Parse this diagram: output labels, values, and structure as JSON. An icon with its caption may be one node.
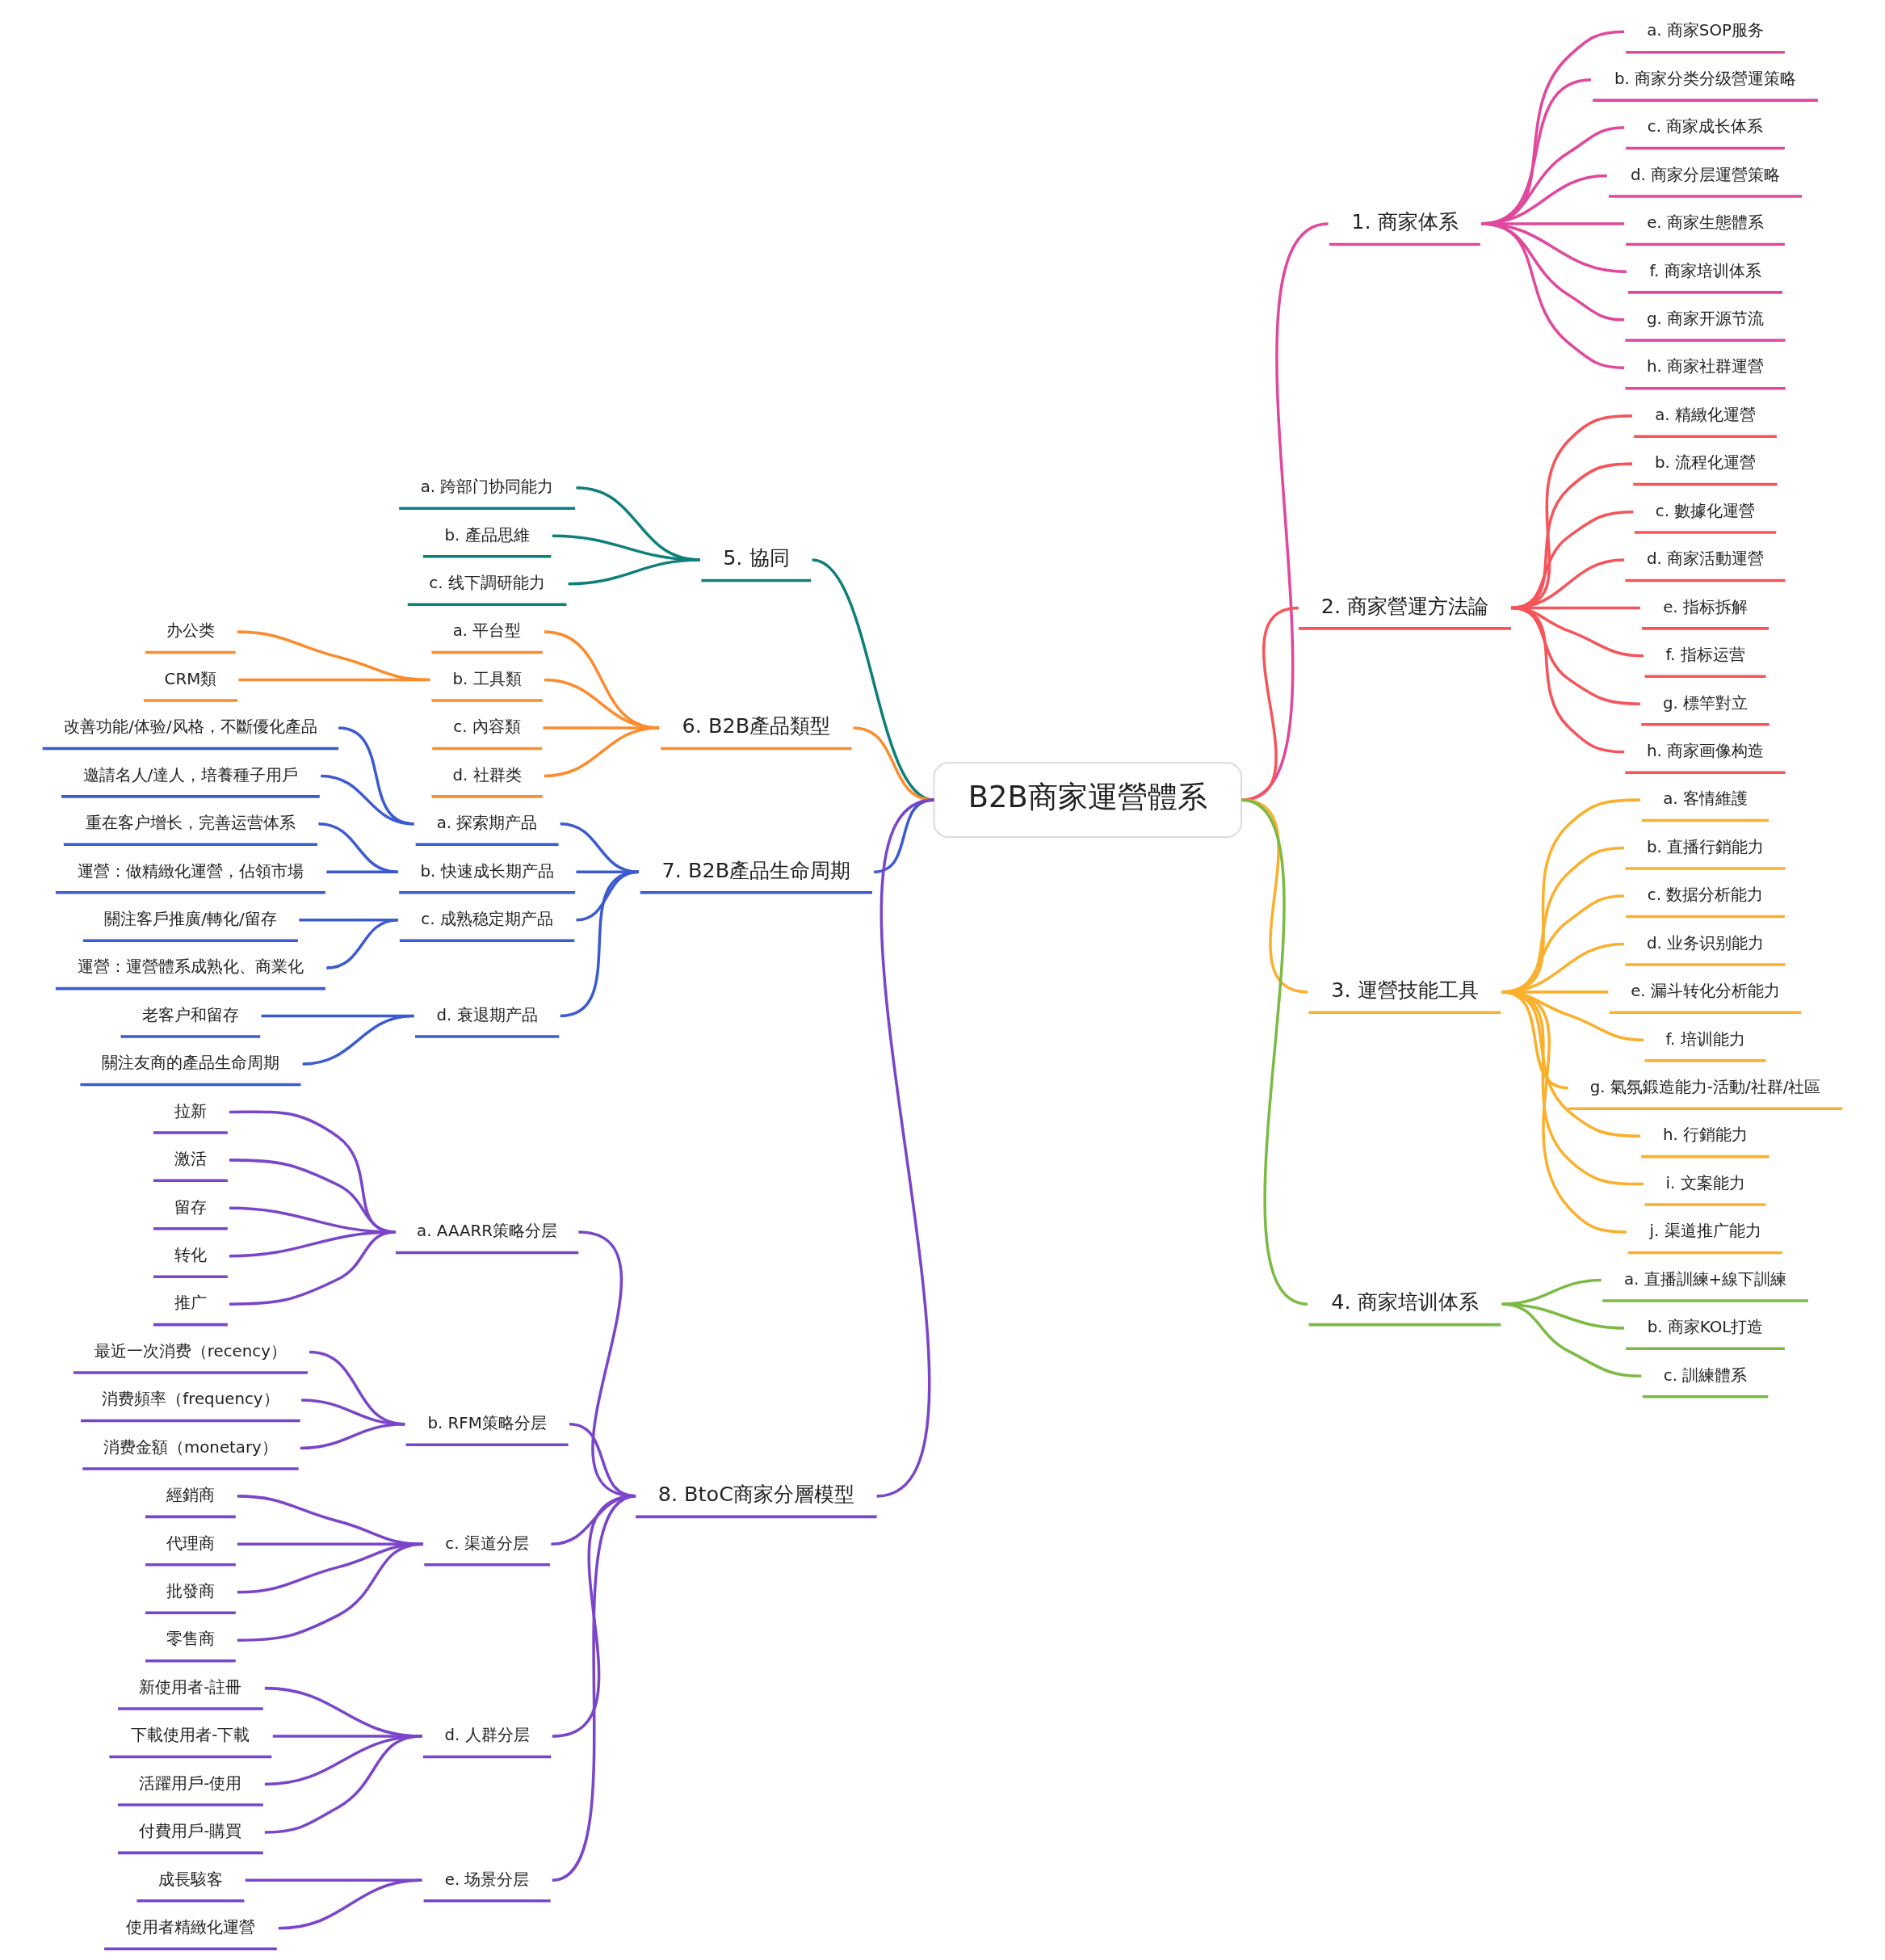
{
  "diagram": {
    "nodes": [
      {
        "text": [
          "B2B商家運營體系"
        ]
      },
      {
        "text": [
          "1. 商家体系"
        ]
      },
      {
        "text": [
          "a. 商家SOP服务"
        ]
      },
      {
        "text": [
          "b. 商家分类分级營運策略"
        ]
      },
      {
        "text": [
          "c. 商家成长体系"
        ]
      },
      {
        "text": [
          "d. 商家分层運營策略"
        ]
      },
      {
        "text": [
          "e. 商家生態體系"
        ]
      },
      {
        "text": [
          "f. 商家培训体系"
        ]
      },
      {
        "text": [
          "g. 商家开源节流"
        ]
      },
      {
        "text": [
          "h. 商家社群運營"
        ]
      },
      {
        "text": [
          "2. 商家營運方法論"
        ]
      },
      {
        "text": [
          "a. 精緻化運營"
        ]
      },
      {
        "text": [
          "b. 流程化運營"
        ]
      },
      {
        "text": [
          "c. 數據化運營"
        ]
      },
      {
        "text": [
          "d. 商家活動運營"
        ]
      },
      {
        "text": [
          "e. 指标拆解"
        ]
      },
      {
        "text": [
          "f. 指标运营"
        ]
      },
      {
        "text": [
          "g. 標竿對立"
        ]
      },
      {
        "text": [
          "h. 商家画像构造"
        ]
      },
      {
        "text": [
          "3. 運營技能工具"
        ]
      },
      {
        "text": [
          "a. 客情維護"
        ]
      },
      {
        "text": [
          "b. 直播行銷能力"
        ]
      },
      {
        "text": [
          "c. 数据分析能力"
        ]
      },
      {
        "text": [
          "d. 业务识别能力"
        ]
      },
      {
        "text": [
          "e. 漏斗转化分析能力"
        ]
      },
      {
        "text": [
          "f. 培训能力"
        ]
      },
      {
        "text": [
          "g. 氣氛鍛造能力-活動/社群/社區"
        ]
      },
      {
        "text": [
          "h. 行銷能力"
        ]
      },
      {
        "text": [
          "i. 文案能力"
        ]
      },
      {
        "text": [
          "j. 渠道推广能力"
        ]
      },
      {
        "text": [
          "4. 商家培训体系"
        ]
      },
      {
        "text": [
          "a. 直播訓練+線下訓練"
        ]
      },
      {
        "text": [
          "b. 商家KOL打造"
        ]
      },
      {
        "text": [
          "c. 訓練體系"
        ]
      },
      {
        "text": [
          "5. 協同"
        ]
      },
      {
        "text": [
          "a. 跨部门协同能力"
        ]
      },
      {
        "text": [
          "b. 產品思維"
        ]
      },
      {
        "text": [
          "c. 线下調研能力"
        ]
      },
      {
        "text": [
          "6. B2B產品類型"
        ]
      },
      {
        "text": [
          "a. 平台型"
        ]
      },
      {
        "text": [
          "b. 工具類"
        ]
      },
      {
        "text": [
          "办公类"
        ]
      },
      {
        "text": [
          "CRM類"
        ]
      },
      {
        "text": [
          "c. 內容類"
        ]
      },
      {
        "text": [
          "d. 社群类"
        ]
      },
      {
        "text": [
          "7. B2B產品生命周期"
        ]
      },
      {
        "text": [
          "a. 探索期产品"
        ]
      },
      {
        "text": [
          "改善功能/体验/风格，不斷優化產品"
        ]
      },
      {
        "text": [
          "邀請名人/達人，培養種子用戶"
        ]
      },
      {
        "text": [
          "b. 快速成长期产品"
        ]
      },
      {
        "text": [
          "重在客户增长，完善运营体系"
        ]
      },
      {
        "text": [
          "運營：做精緻化運營，佔領市場"
        ]
      },
      {
        "text": [
          "c. 成熟稳定期产品"
        ]
      },
      {
        "text": [
          "關注客戶推廣/轉化/留存"
        ]
      },
      {
        "text": [
          "運營：運營體系成熟化、商業化"
        ]
      },
      {
        "text": [
          "d. 衰退期产品"
        ]
      },
      {
        "text": [
          "老客户和留存"
        ]
      },
      {
        "text": [
          "關注友商的產品生命周期"
        ]
      },
      {
        "text": [
          "8. BtoC商家分層模型"
        ]
      },
      {
        "text": [
          "a. AAARR策略分层"
        ]
      },
      {
        "text": [
          "拉新"
        ]
      },
      {
        "text": [
          "激活"
        ]
      },
      {
        "text": [
          "留存"
        ]
      },
      {
        "text": [
          "转化"
        ]
      },
      {
        "text": [
          "推广"
        ]
      },
      {
        "text": [
          "b. RFM策略分层"
        ]
      },
      {
        "text": [
          "最近一次消费（recency）"
        ]
      },
      {
        "text": [
          "消费頻率（frequency）"
        ]
      },
      {
        "text": [
          "消费金額（monetary）"
        ]
      },
      {
        "text": [
          "c. 渠道分层"
        ]
      },
      {
        "text": [
          "經銷商"
        ]
      },
      {
        "text": [
          "代理商"
        ]
      },
      {
        "text": [
          "批發商"
        ]
      },
      {
        "text": [
          "零售商"
        ]
      },
      {
        "text": [
          "d. 人群分层"
        ]
      },
      {
        "text": [
          "新使用者-註冊"
        ]
      },
      {
        "text": [
          "下載使用者-下載"
        ]
      },
      {
        "text": [
          "活躍用戶-使用"
        ]
      },
      {
        "text": [
          "付費用戶-購買"
        ]
      },
      {
        "text": [
          "e. 场景分层"
        ]
      },
      {
        "text": [
          "成長駭客"
        ]
      },
      {
        "text": [
          "使用者精緻化運營"
        ]
      }
    ],
    "edges": [
      {
        "from": 0,
        "to": 1,
        "arrow": "none",
        "color": "#e0489e"
      },
      {
        "from": 1,
        "to": 2,
        "arrow": "none",
        "color": "#e0489e"
      },
      {
        "from": 1,
        "to": 3,
        "arrow": "none",
        "color": "#e0489e"
      },
      {
        "from": 1,
        "to": 4,
        "arrow": "none",
        "color": "#e0489e"
      },
      {
        "from": 1,
        "to": 5,
        "arrow": "none",
        "color": "#e0489e"
      },
      {
        "from": 1,
        "to": 6,
        "arrow": "none",
        "color": "#e0489e"
      },
      {
        "from": 1,
        "to": 7,
        "arrow": "none",
        "color": "#e0489e"
      },
      {
        "from": 1,
        "to": 8,
        "arrow": "none",
        "color": "#e0489e"
      },
      {
        "from": 1,
        "to": 9,
        "arrow": "none",
        "color": "#e0489e"
      },
      {
        "from": 0,
        "to": 10,
        "arrow": "none",
        "color": "#f5555a"
      },
      {
        "from": 10,
        "to": 11,
        "arrow": "none",
        "color": "#f5555a"
      },
      {
        "from": 10,
        "to": 12,
        "arrow": "none",
        "color": "#f5555a"
      },
      {
        "from": 10,
        "to": 13,
        "arrow": "none",
        "color": "#f5555a"
      },
      {
        "from": 10,
        "to": 14,
        "arrow": "none",
        "color": "#f5555a"
      },
      {
        "from": 10,
        "to": 15,
        "arrow": "none",
        "color": "#f5555a"
      },
      {
        "from": 10,
        "to": 16,
        "arrow": "none",
        "color": "#f5555a"
      },
      {
        "from": 10,
        "to": 17,
        "arrow": "none",
        "color": "#f5555a"
      },
      {
        "from": 10,
        "to": 18,
        "arrow": "none",
        "color": "#f5555a"
      },
      {
        "from": 0,
        "to": 19,
        "arrow": "none",
        "color": "#fbb02d"
      },
      {
        "from": 19,
        "to": 20,
        "arrow": "none",
        "color": "#fbb02d"
      },
      {
        "from": 19,
        "to": 21,
        "arrow": "none",
        "color": "#fbb02d"
      },
      {
        "from": 19,
        "to": 22,
        "arrow": "none",
        "color": "#fbb02d"
      },
      {
        "from": 19,
        "to": 23,
        "arrow": "none",
        "color": "#fbb02d"
      },
      {
        "from": 19,
        "to": 24,
        "arrow": "none",
        "color": "#fbb02d"
      },
      {
        "from": 19,
        "to": 25,
        "arrow": "none",
        "color": "#fbb02d"
      },
      {
        "from": 19,
        "to": 26,
        "arrow": "none",
        "color": "#fbb02d"
      },
      {
        "from": 19,
        "to": 27,
        "arrow": "none",
        "color": "#fbb02d"
      },
      {
        "from": 19,
        "to": 28,
        "arrow": "none",
        "color": "#fbb02d"
      },
      {
        "from": 19,
        "to": 29,
        "arrow": "none",
        "color": "#fbb02d"
      },
      {
        "from": 0,
        "to": 30,
        "arrow": "none",
        "color": "#7cba45"
      },
      {
        "from": 30,
        "to": 31,
        "arrow": "none",
        "color": "#7cba45"
      },
      {
        "from": 30,
        "to": 32,
        "arrow": "none",
        "color": "#7cba45"
      },
      {
        "from": 30,
        "to": 33,
        "arrow": "none",
        "color": "#7cba45"
      },
      {
        "from": 0,
        "to": 34,
        "arrow": "none",
        "color": "#0e7f7a"
      },
      {
        "from": 34,
        "to": 35,
        "arrow": "none",
        "color": "#0e7f7a"
      },
      {
        "from": 34,
        "to": 36,
        "arrow": "none",
        "color": "#0e7f7a"
      },
      {
        "from": 34,
        "to": 37,
        "arrow": "none",
        "color": "#0e7f7a"
      },
      {
        "from": 0,
        "to": 38,
        "arrow": "none",
        "color": "#fb8c2e"
      },
      {
        "from": 38,
        "to": 39,
        "arrow": "none",
        "color": "#fb8c2e"
      },
      {
        "from": 38,
        "to": 40,
        "arrow": "none",
        "color": "#fb8c2e"
      },
      {
        "from": 40,
        "to": 41,
        "arrow": "none",
        "color": "#fb8c2e"
      },
      {
        "from": 40,
        "to": 42,
        "arrow": "none",
        "color": "#fb8c2e"
      },
      {
        "from": 38,
        "to": 43,
        "arrow": "none",
        "color": "#fb8c2e"
      },
      {
        "from": 38,
        "to": 44,
        "arrow": "none",
        "color": "#fb8c2e"
      },
      {
        "from": 0,
        "to": 45,
        "arrow": "none",
        "color": "#3b5bcf"
      },
      {
        "from": 45,
        "to": 46,
        "arrow": "none",
        "color": "#3b5bcf"
      },
      {
        "from": 46,
        "to": 47,
        "arrow": "none",
        "color": "#3b5bcf"
      },
      {
        "from": 46,
        "to": 48,
        "arrow": "none",
        "color": "#3b5bcf"
      },
      {
        "from": 45,
        "to": 49,
        "arrow": "none",
        "color": "#3b5bcf"
      },
      {
        "from": 49,
        "to": 50,
        "arrow": "none",
        "color": "#3b5bcf"
      },
      {
        "from": 49,
        "to": 51,
        "arrow": "none",
        "color": "#3b5bcf"
      },
      {
        "from": 45,
        "to": 52,
        "arrow": "none",
        "color": "#3b5bcf"
      },
      {
        "from": 52,
        "to": 53,
        "arrow": "none",
        "color": "#3b5bcf"
      },
      {
        "from": 52,
        "to": 54,
        "arrow": "none",
        "color": "#3b5bcf"
      },
      {
        "from": 45,
        "to": 55,
        "arrow": "none",
        "color": "#3b5bcf"
      },
      {
        "from": 55,
        "to": 56,
        "arrow": "none",
        "color": "#3b5bcf"
      },
      {
        "from": 55,
        "to": 57,
        "arrow": "none",
        "color": "#3b5bcf"
      },
      {
        "from": 0,
        "to": 58,
        "arrow": "none",
        "color": "#7a45c8"
      },
      {
        "from": 58,
        "to": 59,
        "arrow": "none",
        "color": "#7a45c8"
      },
      {
        "from": 59,
        "to": 60,
        "arrow": "none",
        "color": "#7a45c8"
      },
      {
        "from": 59,
        "to": 61,
        "arrow": "none",
        "color": "#7a45c8"
      },
      {
        "from": 59,
        "to": 62,
        "arrow": "none",
        "color": "#7a45c8"
      },
      {
        "from": 59,
        "to": 63,
        "arrow": "none",
        "color": "#7a45c8"
      },
      {
        "from": 59,
        "to": 64,
        "arrow": "none",
        "color": "#7a45c8"
      },
      {
        "from": 58,
        "to": 65,
        "arrow": "none",
        "color": "#7a45c8"
      },
      {
        "from": 65,
        "to": 66,
        "arrow": "none",
        "color": "#7a45c8"
      },
      {
        "from": 65,
        "to": 67,
        "arrow": "none",
        "color": "#7a45c8"
      },
      {
        "from": 65,
        "to": 68,
        "arrow": "none",
        "color": "#7a45c8"
      },
      {
        "from": 58,
        "to": 69,
        "arrow": "none",
        "color": "#7a45c8"
      },
      {
        "from": 69,
        "to": 70,
        "arrow": "none",
        "color": "#7a45c8"
      },
      {
        "from": 69,
        "to": 71,
        "arrow": "none",
        "color": "#7a45c8"
      },
      {
        "from": 69,
        "to": 72,
        "arrow": "none",
        "color": "#7a45c8"
      },
      {
        "from": 69,
        "to": 73,
        "arrow": "none",
        "color": "#7a45c8"
      },
      {
        "from": 58,
        "to": 74,
        "arrow": "none",
        "color": "#7a45c8"
      },
      {
        "from": 74,
        "to": 75,
        "arrow": "none",
        "color": "#7a45c8"
      },
      {
        "from": 74,
        "to": 76,
        "arrow": "none",
        "color": "#7a45c8"
      },
      {
        "from": 74,
        "to": 77,
        "arrow": "none",
        "color": "#7a45c8"
      },
      {
        "from": 74,
        "to": 78,
        "arrow": "none",
        "color": "#7a45c8"
      },
      {
        "from": 58,
        "to": 79,
        "arrow": "none",
        "color": "#7a45c8"
      },
      {
        "from": 79,
        "to": 80,
        "arrow": "none",
        "color": "#7a45c8"
      },
      {
        "from": 79,
        "to": 81,
        "arrow": "none",
        "color": "#7a45c8"
      }
    ]
  }
}
